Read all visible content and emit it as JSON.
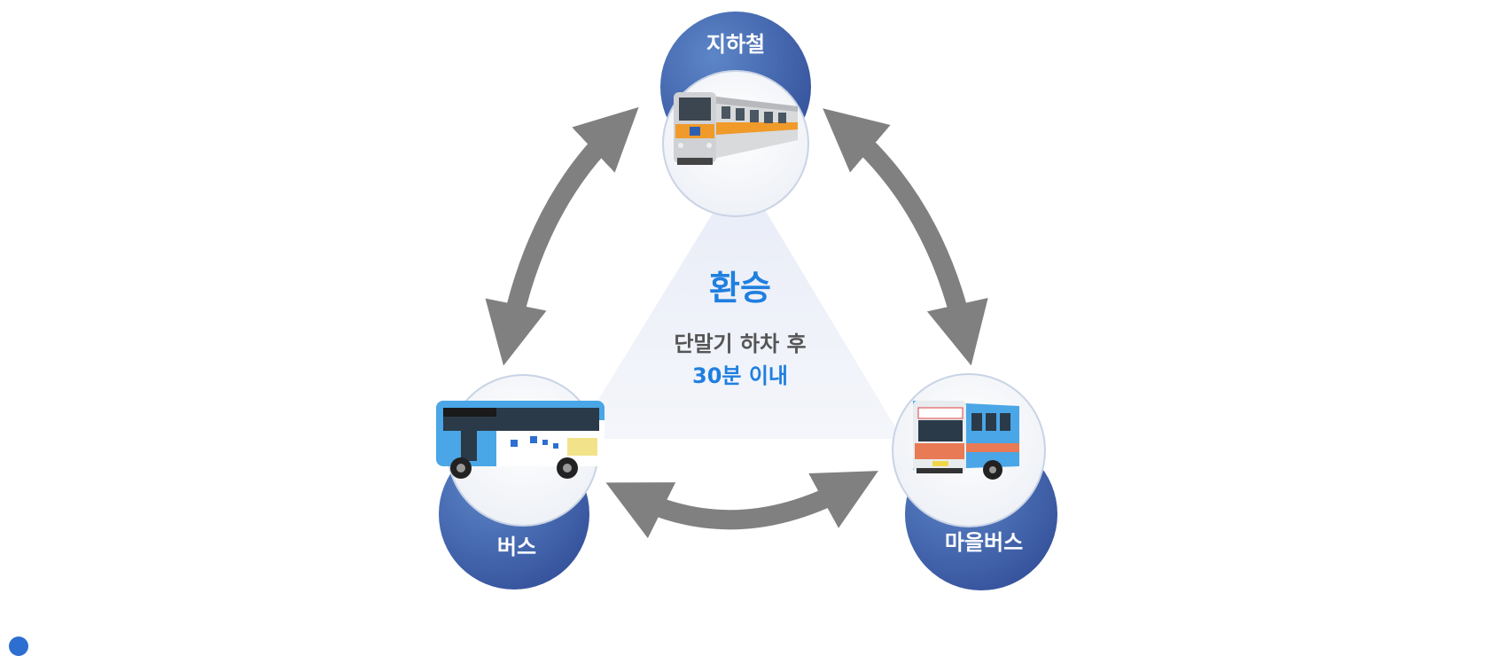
{
  "nodes": {
    "subway": {
      "label": "지하철"
    },
    "bus": {
      "label": "버스"
    },
    "village_bus": {
      "label": "마을버스"
    }
  },
  "center": {
    "title": "환승",
    "line1": "단말기 하차 후",
    "line2": "30분 이내"
  },
  "colors": {
    "node_blue_dark": "#3a5ea8",
    "node_blue_light": "#5a8fd0",
    "arrow_gray": "#808080",
    "accent_blue": "#1f7fe0",
    "text_gray": "#555555"
  }
}
